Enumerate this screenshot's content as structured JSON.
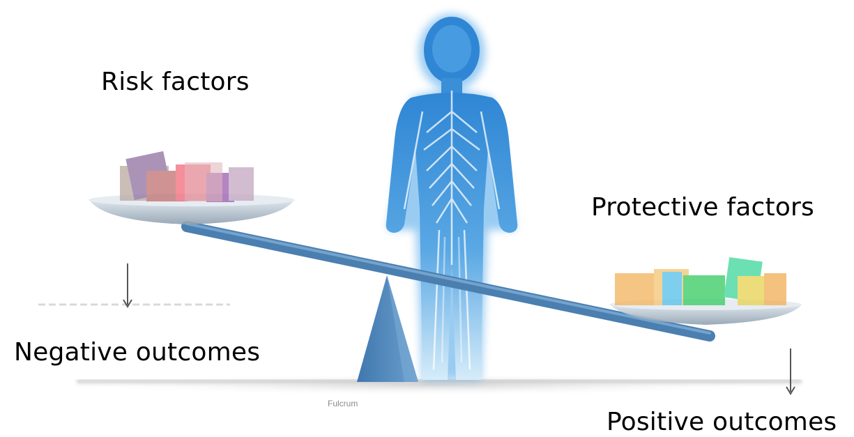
{
  "labels": {
    "risk_factors": "Risk factors",
    "protective_factors": "Protective factors",
    "negative_outcomes": "Negative outcomes",
    "positive_outcomes": "Positive outcomes",
    "fulcrum": "Fulcrum"
  },
  "colors": {
    "figure": "#3a8fd6",
    "beam": "#4a7fb0",
    "fulcrum": "#4f86bd",
    "risk_blocks": [
      "#8e6fa0",
      "#c06f70",
      "#f26a7a",
      "#9a5db0",
      "#b9a9a0"
    ],
    "protective_blocks": [
      "#f3b766",
      "#5ec3ea",
      "#3fce6a",
      "#48d9a0",
      "#e8d45a"
    ]
  },
  "icons": {
    "figure": "human-figure-icon",
    "scale": "balance-scale-icon",
    "arrow": "down-arrow-icon"
  }
}
